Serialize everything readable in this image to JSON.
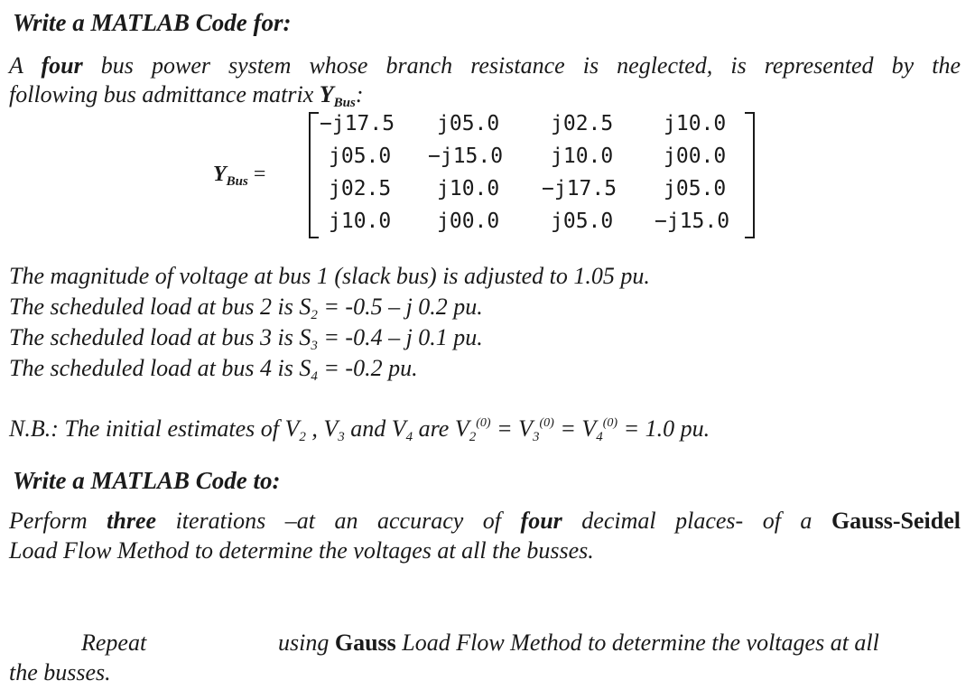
{
  "header1": "Write a MATLAB Code for:",
  "intro": {
    "t1": "A ",
    "t1b": "four",
    "t2": " bus power system whose branch resistance is neglected, is represented by the",
    "line2": "following bus admittance matrix ",
    "ybus_y": "Y",
    "ybus_sub": "Bus",
    "colon": ":"
  },
  "matrix": {
    "label_y": "Y",
    "label_sub": "Bus",
    "label_eq": " =",
    "rows": [
      [
        "−j17.5",
        "j05.0",
        "j02.5",
        "j10.0"
      ],
      [
        "j05.0",
        "−j15.0",
        "j10.0",
        "j00.0"
      ],
      [
        "j02.5",
        "j10.0",
        "−j17.5",
        "j05.0"
      ],
      [
        "j10.0",
        "j00.0",
        "j05.0",
        "−j15.0"
      ]
    ]
  },
  "conditions": {
    "l1": "The magnitude of voltage at bus 1 (slack bus) is adjusted to 1.05 pu.",
    "l2a": "The scheduled load at bus 2 is S",
    "l2s": "2",
    "l2b": " = -0.5 – j 0.2 pu.",
    "l3a": "The scheduled load at bus 3 is S",
    "l3s": "3",
    "l3b": " = -0.4 – j 0.1 pu.",
    "l4a": "The scheduled load at bus 4 is S",
    "l4s": "4",
    "l4b": " = -0.2 pu."
  },
  "nb": {
    "a": "N.B.: The initial estimates of  V",
    "s2": "2",
    "b": " , V",
    "s3": "3",
    "c": " and  V",
    "s4": "4",
    "d": "  are V",
    "e2": "2",
    "sup0a": "(0)",
    "f": " = V",
    "e3": "3",
    "sup0b": "(0)",
    "g": " = V",
    "e4": "4",
    "sup0c": "(0)",
    "h": " = 1.0 pu."
  },
  "header2": "Write a MATLAB Code to:",
  "task": {
    "a": "Perform ",
    "b": "three",
    "c": " iterations –at an accuracy of ",
    "d": "four",
    "e": " decimal places-  of a ",
    "f": "Gauss-Seidel",
    "line2": "Load Flow Method to determine the voltages at all the busses."
  },
  "repeat": {
    "word": "Repeat",
    "a": "using ",
    "b": "Gauss",
    "c": " Load Flow Method to determine the voltages at all",
    "line2": "the busses."
  }
}
